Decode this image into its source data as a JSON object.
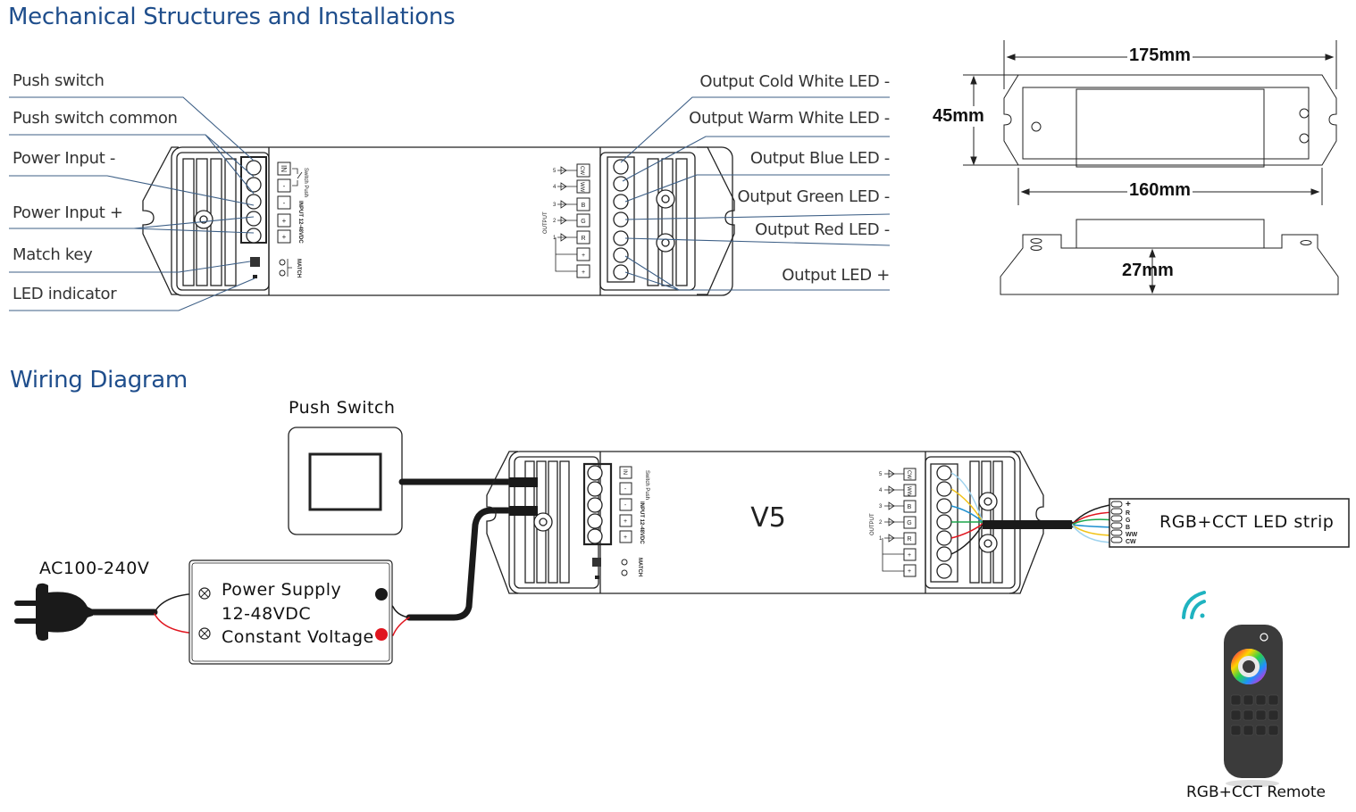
{
  "sections": {
    "mechanical_title": "Mechanical Structures and Installations",
    "wiring_title": "Wiring Diagram"
  },
  "left_labels": [
    "Push switch",
    "Push switch common",
    "Power Input -",
    "Power Input +",
    "Match key",
    "LED indicator"
  ],
  "right_labels": [
    "Output Cold White LED -",
    "Output Warm White LED -",
    "Output Blue LED -",
    "Output Green LED -",
    "Output Red LED -",
    "Output LED +"
  ],
  "device": {
    "input_terminals": [
      "IN",
      "-",
      "-",
      "+",
      "+"
    ],
    "input_switch_label": "Switch Push",
    "input_voltage_label": "INPUT 12-48VDC",
    "match_label": "MATCH",
    "output_label": "OUTPUT",
    "output_channels": [
      "5",
      "4",
      "3",
      "2",
      "1"
    ],
    "output_terminals": [
      "CW",
      "WW",
      "B",
      "G",
      "R",
      "+",
      "+"
    ],
    "model": "V5"
  },
  "dimensions": {
    "length_total": "175mm",
    "length_body": "160mm",
    "width": "45mm",
    "height": "27mm"
  },
  "wiring": {
    "push_switch_label": "Push Switch",
    "ac_label": "AC100-240V",
    "power_supply_lines": [
      "Power Supply",
      "12-48VDC",
      "Constant Voltage"
    ],
    "strip_label": "RGB+CCT LED strip",
    "strip_pins": [
      "+",
      "R",
      "G",
      "B",
      "WW",
      "CW"
    ],
    "remote_label": "RGB+CCT Remote",
    "wire_colors": {
      "black": "#1a1a1a",
      "red": "#e0151f",
      "green": "#1aa64a",
      "blue": "#1e90d0",
      "yellow": "#f2c318",
      "light_blue": "#9fd3ee"
    }
  },
  "colors": {
    "heading": "#1f4e8c",
    "leader_line": "#3d5f86",
    "wifi_signal": "#1fb3c0",
    "remote_body": "#3b3b3b"
  }
}
